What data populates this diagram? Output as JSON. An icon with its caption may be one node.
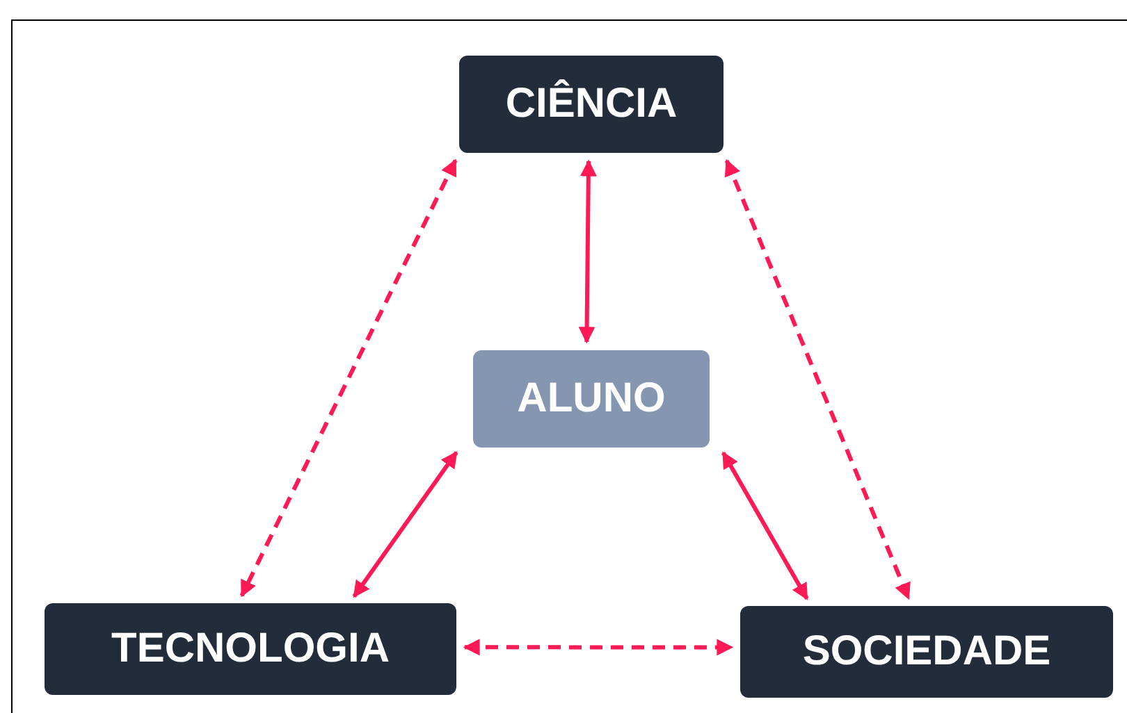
{
  "diagram": {
    "nodes": [
      {
        "text": [
          "CIÊNCIA"
        ]
      },
      {
        "text": [
          "ALUNO"
        ]
      },
      {
        "text": [
          "TECNOLOGIA"
        ]
      },
      {
        "text": [
          "SOCIEDADE"
        ]
      }
    ],
    "edges": [
      {
        "from": 0,
        "to": 2,
        "arrow": "both",
        "style": "dashed"
      },
      {
        "from": 0,
        "to": 1,
        "arrow": "both"
      },
      {
        "from": 0,
        "to": 3,
        "arrow": "both",
        "style": "dashed"
      },
      {
        "from": 1,
        "to": 2,
        "arrow": "both"
      },
      {
        "from": 1,
        "to": 3,
        "arrow": "both"
      },
      {
        "from": 2,
        "to": 3,
        "arrow": "both",
        "style": "dashed"
      }
    ]
  }
}
